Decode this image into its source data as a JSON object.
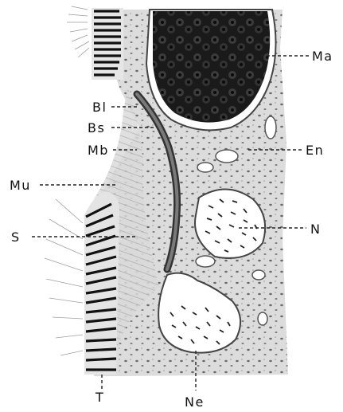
{
  "labels": {
    "ma": "Ma",
    "en": "En",
    "n": "N",
    "ne": "Ne",
    "t": "T",
    "bl": "Bl",
    "bs": "Bs",
    "mb": "Mb",
    "mu": "Mu",
    "s": "S"
  }
}
